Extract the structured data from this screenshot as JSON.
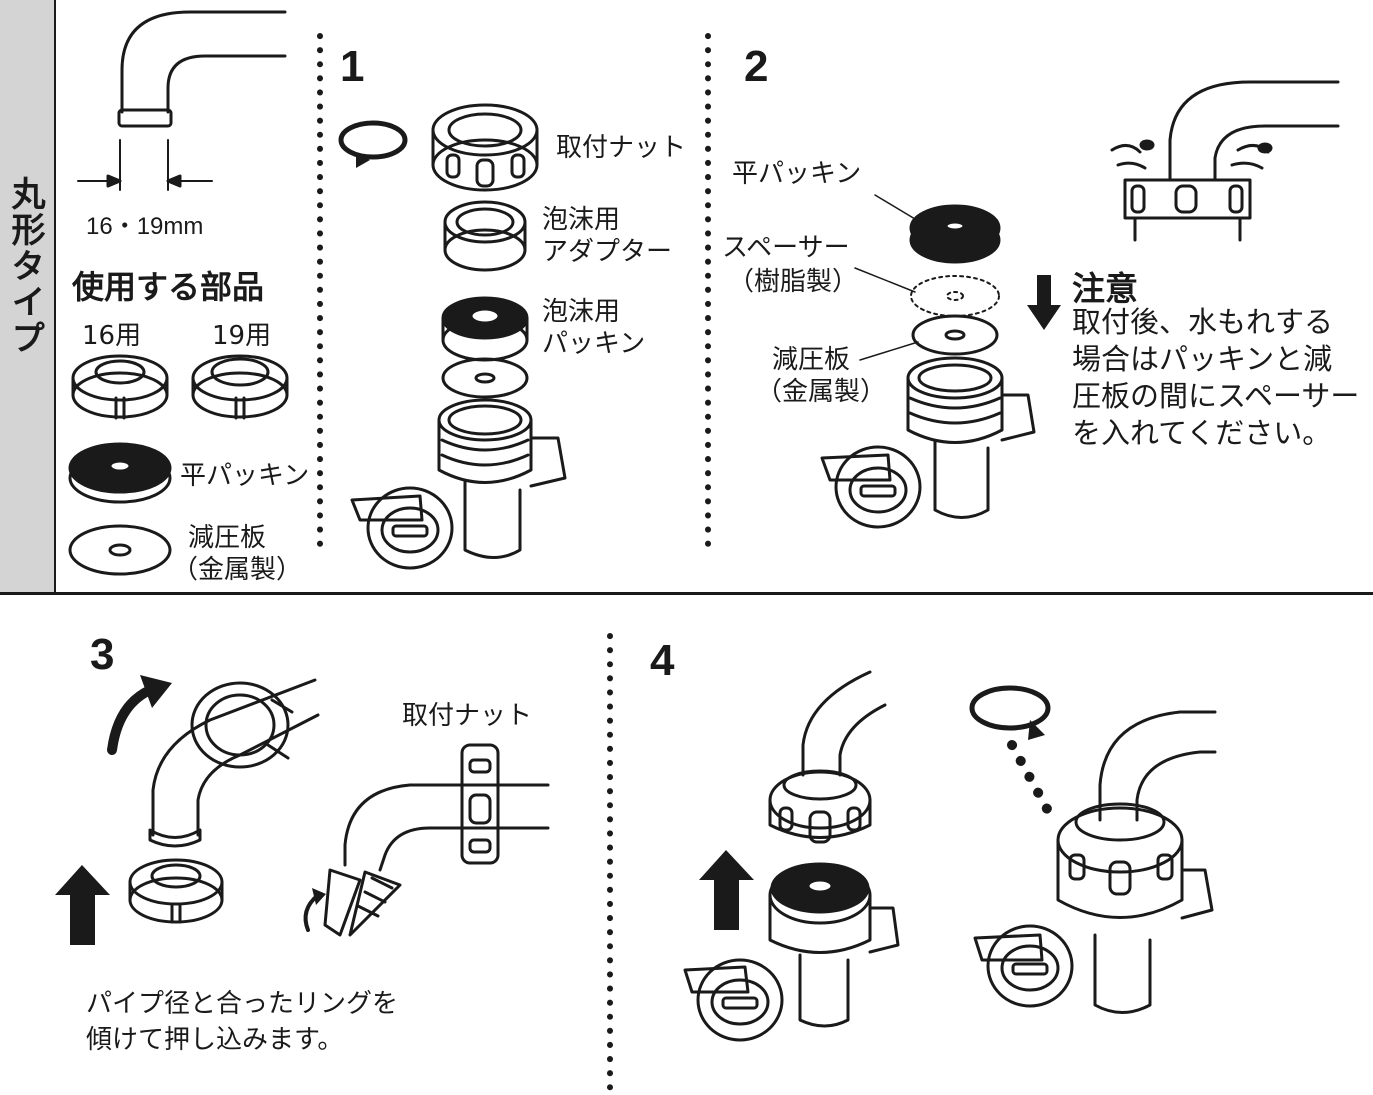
{
  "side_title": "丸形タイプ",
  "pipe_size": "16・19mm",
  "parts_title": "使用する部品",
  "parts": {
    "ring16": "16用",
    "ring19": "19用",
    "flat_packing": "平パッキン",
    "pressure_plate_1": "減圧板",
    "pressure_plate_2": "（金属製）"
  },
  "step1": {
    "number": "1",
    "nut": "取付ナット",
    "adapter_1": "泡沫用",
    "adapter_2": "アダプター",
    "packing_1": "泡沫用",
    "packing_2": "パッキン"
  },
  "step2": {
    "number": "2",
    "flat_packing": "平パッキン",
    "spacer_1": "スペーサー",
    "spacer_2": "（樹脂製）",
    "plate_1": "減圧板",
    "plate_2": "（金属製）",
    "caution_title": "注意",
    "caution_lines": [
      "取付後、水もれする",
      "場合はパッキンと減",
      "圧板の間にスペーサー",
      "を入れてください。"
    ]
  },
  "step3": {
    "number": "3",
    "nut": "取付ナット",
    "instruction_1": "パイプ径と合ったリングを",
    "instruction_2": "傾けて押し込みます。"
  },
  "step4": {
    "number": "4"
  }
}
